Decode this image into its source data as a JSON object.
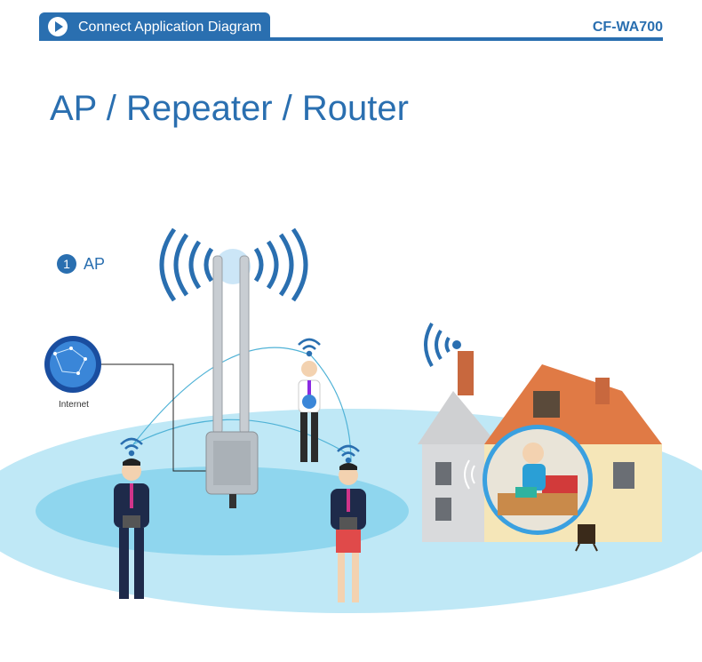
{
  "header": {
    "tab_label": "Connect Application Diagram",
    "model": "CF-WA700"
  },
  "title": "AP / Repeater / Router",
  "section": {
    "number": "1",
    "label": "AP"
  },
  "internet_label": "Internet",
  "colors": {
    "brand_blue": "#2a6fb0",
    "ground_cyan": "#8fd6ee",
    "house_wall": "#f5e6b8",
    "roof": "#e07a45"
  },
  "icons": [
    "play-icon",
    "internet-globe-icon",
    "wifi-icon",
    "ap-device-icon",
    "house-icon"
  ]
}
